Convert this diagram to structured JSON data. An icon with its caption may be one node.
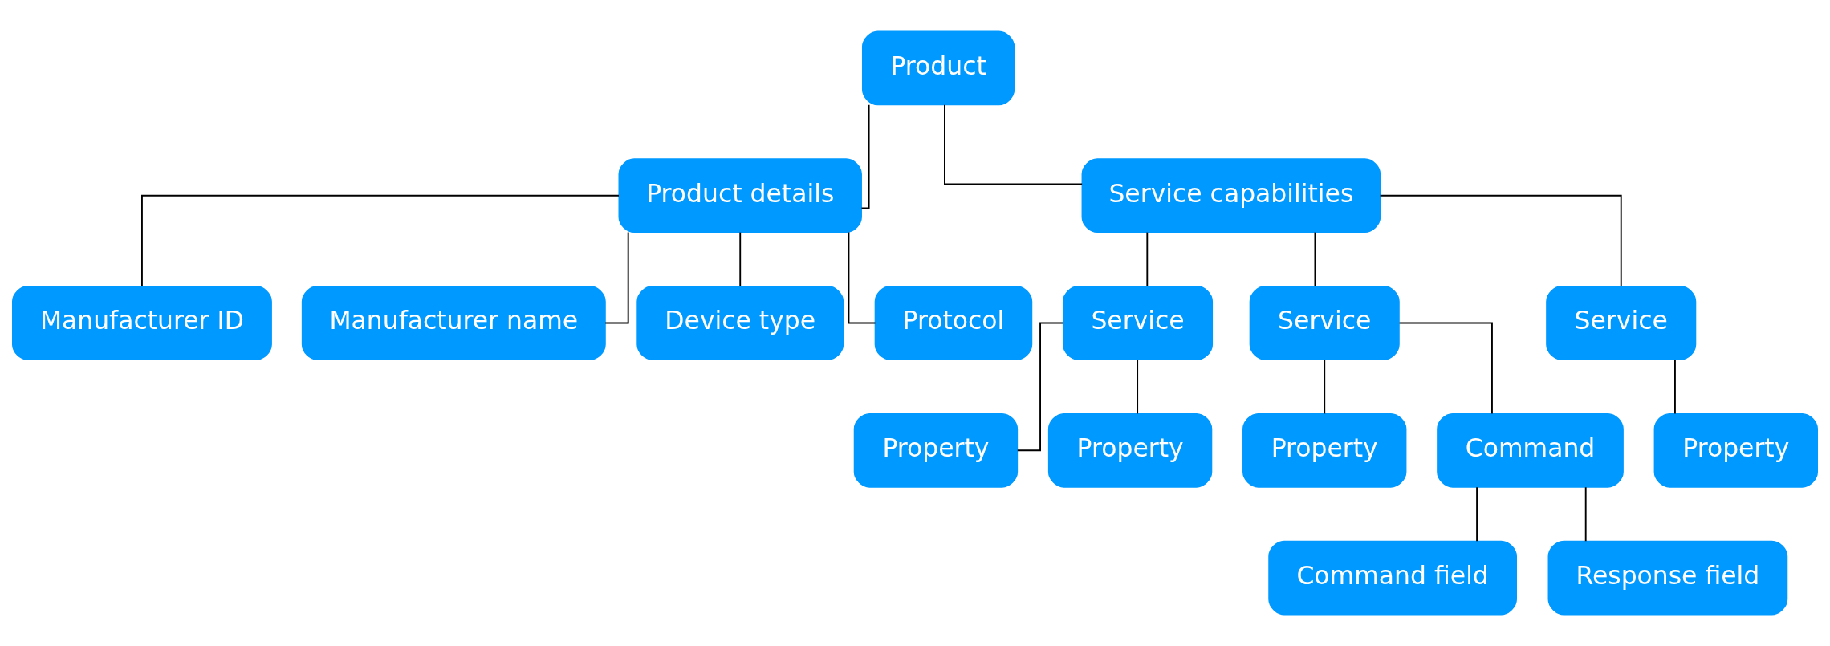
{
  "diagram": {
    "nodes": [
      {
        "text": [
          "Product"
        ]
      },
      {
        "text": [
          "Product details"
        ]
      },
      {
        "text": [
          "Service capabilities"
        ]
      },
      {
        "text": [
          "Manufacturer ID"
        ]
      },
      {
        "text": [
          "Manufacturer name"
        ]
      },
      {
        "text": [
          "Device type"
        ]
      },
      {
        "text": [
          "Protocol"
        ]
      },
      {
        "text": [
          "Service"
        ]
      },
      {
        "text": [
          "Service"
        ]
      },
      {
        "text": [
          "Service"
        ]
      },
      {
        "text": [
          "Property"
        ]
      },
      {
        "text": [
          "Property"
        ]
      },
      {
        "text": [
          "Property"
        ]
      },
      {
        "text": [
          "Command"
        ]
      },
      {
        "text": [
          "Property"
        ]
      },
      {
        "text": [
          "Command field"
        ]
      },
      {
        "text": [
          "Response field"
        ]
      }
    ],
    "edges": [
      {
        "from": 0,
        "to": 1,
        "arrow": "none"
      },
      {
        "from": 0,
        "to": 2,
        "arrow": "none"
      },
      {
        "from": 1,
        "to": 3,
        "arrow": "none"
      },
      {
        "from": 1,
        "to": 4,
        "arrow": "none"
      },
      {
        "from": 1,
        "to": 5,
        "arrow": "none"
      },
      {
        "from": 1,
        "to": 6,
        "arrow": "none"
      },
      {
        "from": 2,
        "to": 7,
        "arrow": "none"
      },
      {
        "from": 2,
        "to": 8,
        "arrow": "none"
      },
      {
        "from": 2,
        "to": 9,
        "arrow": "none"
      },
      {
        "from": 7,
        "to": 10,
        "arrow": "none"
      },
      {
        "from": 7,
        "to": 11,
        "arrow": "none"
      },
      {
        "from": 8,
        "to": 12,
        "arrow": "none"
      },
      {
        "from": 8,
        "to": 13,
        "arrow": "none"
      },
      {
        "from": 9,
        "to": 14,
        "arrow": "none"
      },
      {
        "from": 13,
        "to": 15,
        "arrow": "none"
      },
      {
        "from": 13,
        "to": 16,
        "arrow": "none"
      }
    ]
  }
}
